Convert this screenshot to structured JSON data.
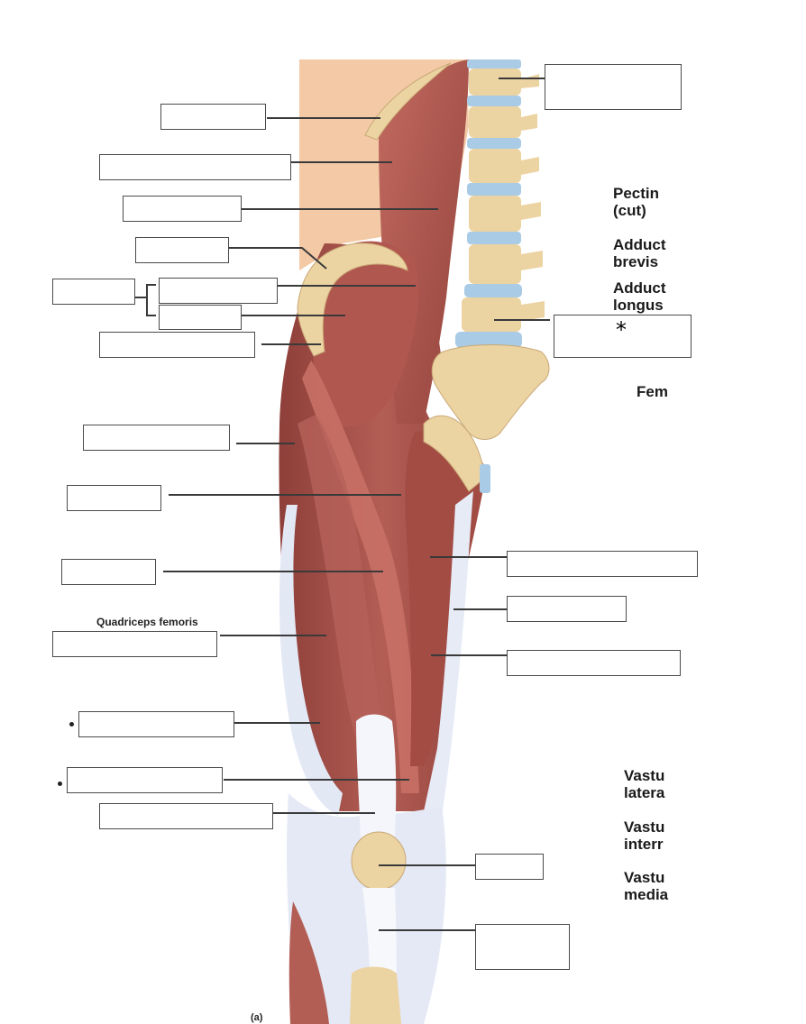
{
  "colors": {
    "skin": "#f3c9a6",
    "muscle": "#a8534b",
    "muscle_light": "#c97268",
    "muscle_dark": "#7f3530",
    "bone": "#ecd3a2",
    "disc": "#a9cbe6",
    "tendon": "#e8ecf6",
    "line": "#3a3a3a"
  },
  "labels": {
    "quadriceps_femoris": "Quadriceps femoris",
    "figure_letter": "(a)",
    "asterisk": "*"
  },
  "right_labels": [
    "Pectin\n(cut)",
    "Adduct\nbrevis",
    "Adduct\nlongus",
    "Fem",
    "Vastu\nlatera",
    "Vastu\ninterr",
    "Vastu\nmedia"
  ]
}
